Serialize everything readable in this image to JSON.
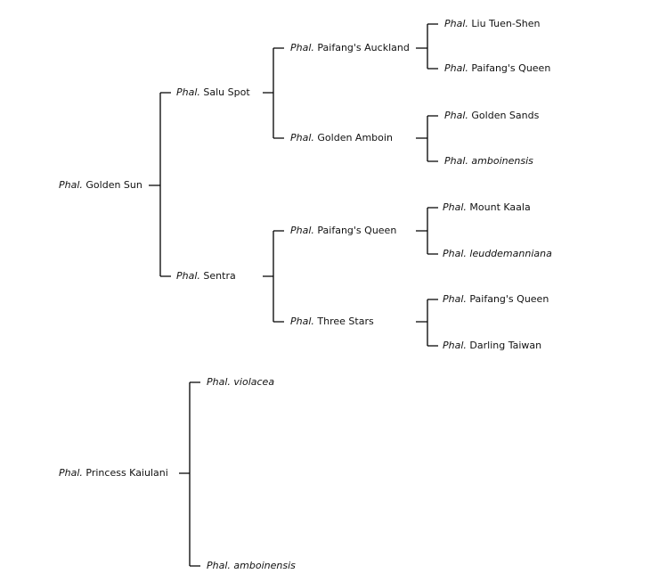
{
  "tree1": {
    "root": {
      "genus": "Phal.",
      "name": "Golden Sun",
      "italic": false
    },
    "p1": {
      "genus": "Phal.",
      "name": "Salu Spot",
      "italic": false
    },
    "p2": {
      "genus": "Phal.",
      "name": "Sentra",
      "italic": false
    },
    "g1": {
      "genus": "Phal.",
      "name": "Paifang's Auckland",
      "italic": false
    },
    "g2": {
      "genus": "Phal.",
      "name": "Golden Amboin",
      "italic": false
    },
    "g3": {
      "genus": "Phal.",
      "name": "Paifang's Queen",
      "italic": false
    },
    "g4": {
      "genus": "Phal.",
      "name": "Three Stars",
      "italic": false
    },
    "gg1": {
      "genus": "Phal.",
      "name": "Liu Tuen-Shen",
      "italic": false
    },
    "gg2": {
      "genus": "Phal.",
      "name": "Paifang's Queen",
      "italic": false
    },
    "gg3": {
      "genus": "Phal.",
      "name": "Golden Sands",
      "italic": false
    },
    "gg4": {
      "genus": "Phal.",
      "name": "amboinensis",
      "italic": true
    },
    "gg5": {
      "genus": "Phal.",
      "name": "Mount Kaala",
      "italic": false
    },
    "gg6": {
      "genus": "Phal.",
      "name": "leuddemanniana",
      "italic": true
    },
    "gg7": {
      "genus": "Phal.",
      "name": "Paifang's Queen",
      "italic": false
    },
    "gg8": {
      "genus": "Phal.",
      "name": "Darling Taiwan",
      "italic": false
    }
  },
  "tree2": {
    "root": {
      "genus": "Phal.",
      "name": "Princess Kaiulani",
      "italic": false
    },
    "p1": {
      "genus": "Phal.",
      "name": "violacea",
      "italic": true
    },
    "p2": {
      "genus": "Phal.",
      "name": "amboinensis",
      "italic": true
    }
  },
  "line_color": "#000000"
}
